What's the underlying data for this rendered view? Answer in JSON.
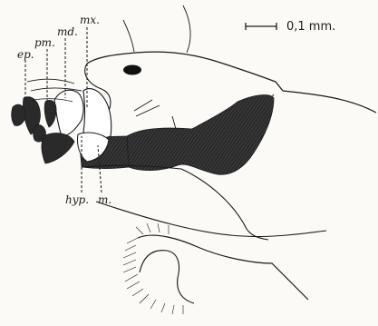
{
  "scale_bar": {
    "label": "0,1 mm."
  },
  "labels": {
    "mx": "mx.",
    "md": "md.",
    "pm": "pm.",
    "ep": "ep.",
    "hyp": "hyp.",
    "m": "m."
  },
  "colors": {
    "ink": "#1a1a1a",
    "paper": "#fbfaf7"
  }
}
